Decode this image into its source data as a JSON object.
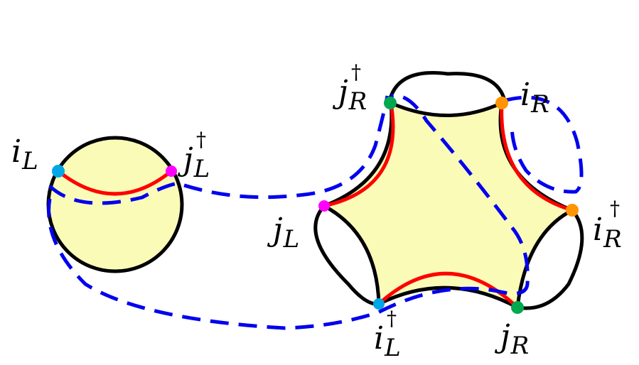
{
  "colors": {
    "fill": "#fbfbb8",
    "outline": "#000000",
    "red_curve": "#ff0000",
    "blue_dashed": "#0000ee",
    "point_i_L": "#00a6e6",
    "point_j_L": "#ff00ff",
    "point_j_R_dagger": "#00a850",
    "point_i_R": "#ff9500",
    "point_i_R_dagger": "#ff9500",
    "point_j_R": "#00a850"
  },
  "labels": {
    "i_L": {
      "base": "i",
      "sub": "L",
      "sup": ""
    },
    "j_L_dagger": {
      "base": "j",
      "sub": "L",
      "sup": "†"
    },
    "j_R_dagger": {
      "base": "j",
      "sub": "R",
      "sup": "†"
    },
    "i_R": {
      "base": "i",
      "sub": "R",
      "sup": ""
    },
    "j_L": {
      "base": "j",
      "sub": "L",
      "sup": ""
    },
    "i_R_dagger": {
      "base": "i",
      "sub": "R",
      "sup": "†"
    },
    "i_L_dagger": {
      "base": "i",
      "sub": "L",
      "sup": "†"
    },
    "j_R": {
      "base": "j",
      "sub": "R",
      "sup": ""
    }
  }
}
